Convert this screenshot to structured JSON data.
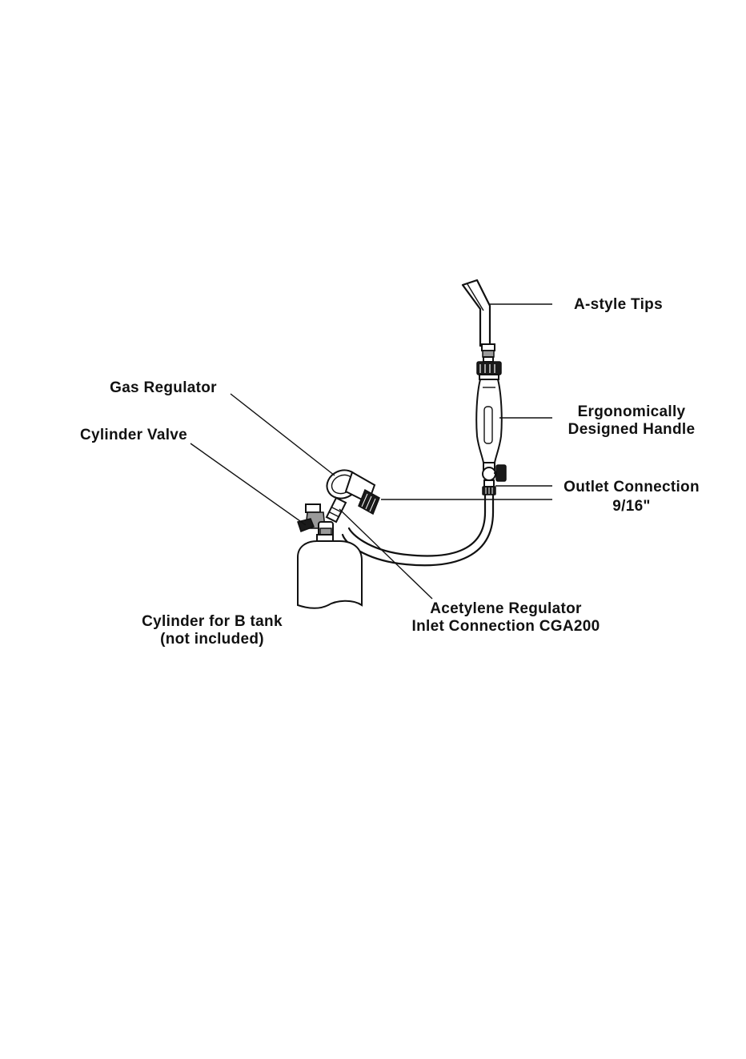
{
  "diagram": {
    "labels": {
      "tips": "A-style Tips",
      "handle_line1": "Ergonomically",
      "handle_line2": "Designed Handle",
      "outlet_line1": "Outlet Connection",
      "outlet_line2": "9/16\"",
      "gas_regulator": "Gas Regulator",
      "cylinder_valve": "Cylinder Valve",
      "acetylene_line1": "Acetylene Regulator",
      "acetylene_line2": "Inlet Connection CGA200",
      "cylinder_line1": "Cylinder for B tank",
      "cylinder_line2": "(not included)"
    },
    "colors": {
      "ink": "#111111",
      "background": "#ffffff"
    }
  }
}
